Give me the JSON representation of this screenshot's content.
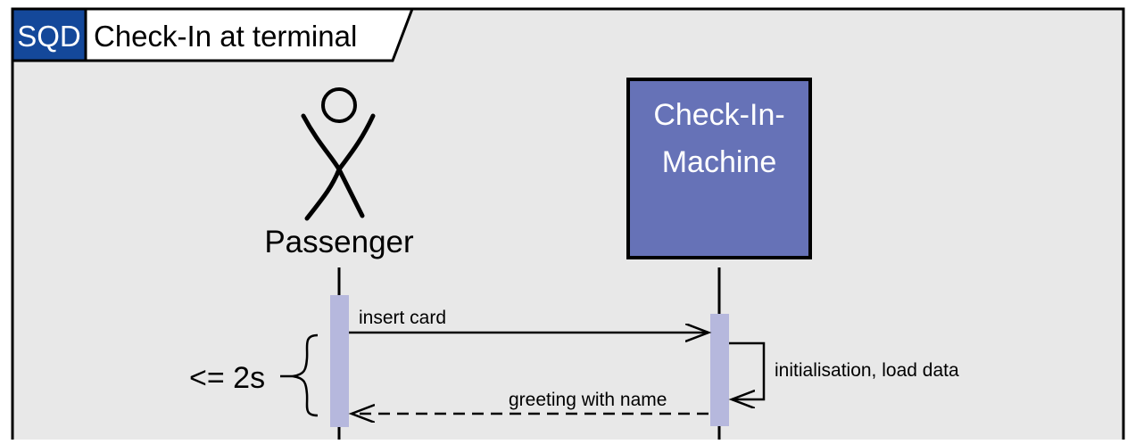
{
  "frame": {
    "tag": "SQD",
    "title": "Check-In at terminal"
  },
  "participants": {
    "actor": {
      "label": "Passenger",
      "icon": "stick-figure-icon"
    },
    "object": {
      "label_line1": "Check-In-",
      "label_line2": "Machine"
    }
  },
  "messages": {
    "insert": "insert card",
    "self": "initialisation, load data",
    "reply": "greeting with name"
  },
  "constraint": {
    "label": "<= 2s"
  },
  "colors": {
    "background": "#e8e8e8",
    "tag_fill": "#14489a",
    "object_fill": "#6672b7",
    "activation_fill": "#b6b8dd",
    "line": "#000000"
  }
}
